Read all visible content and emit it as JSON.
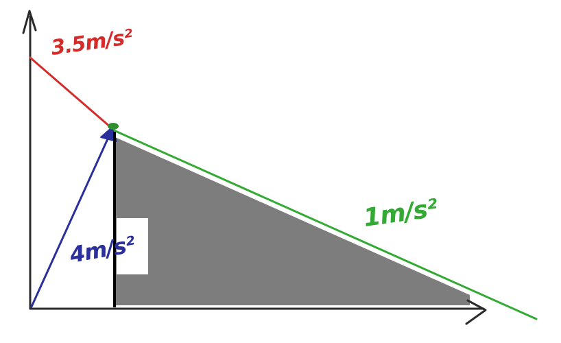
{
  "diagram": {
    "labels": {
      "red_speed": "3.5m/s²",
      "blue_speed": "4m/s²",
      "green_speed": "1m/s²"
    },
    "colors": {
      "background": "#ffffff",
      "axis": "#2b2b2b",
      "red_line": "#d42b2b",
      "blue_line": "#2a2f9c",
      "green_line": "#33aa33",
      "shaded_region": "#7d7d7d",
      "vertical_line": "#000000",
      "junction_dot": "#2f8f2f"
    },
    "icons": {
      "y_axis_arrow": "arrow-up-icon",
      "x_axis_arrow": "arrow-right-icon"
    }
  }
}
